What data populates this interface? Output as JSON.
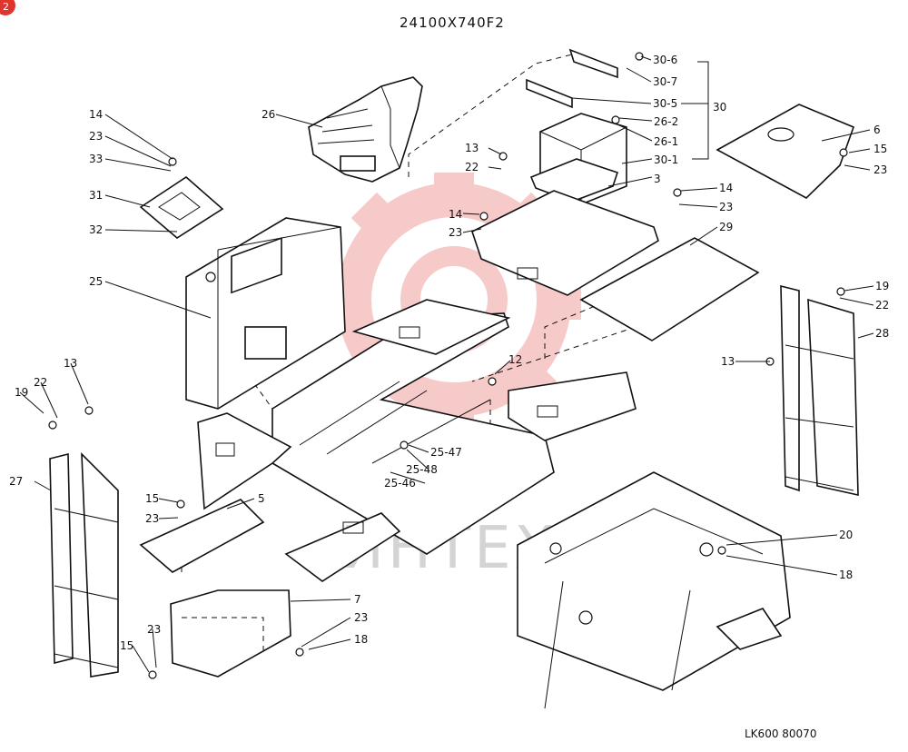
{
  "title": "24100X740F2",
  "footer_code": "LK600 80070",
  "watermark_text": "ИНТЕХ",
  "corner_badge": "2",
  "colors": {
    "watermark_gear": "#f2a0a0",
    "badge": "#e0342c",
    "ink": "#111111"
  },
  "callouts": [
    {
      "id": "c-30-6",
      "text": "30-6"
    },
    {
      "id": "c-30-7",
      "text": "30-7"
    },
    {
      "id": "c-30-5",
      "text": "30-5"
    },
    {
      "id": "c-30",
      "text": "30"
    },
    {
      "id": "c-26-2",
      "text": "26-2"
    },
    {
      "id": "c-26-1",
      "text": "26-1"
    },
    {
      "id": "c-30-1",
      "text": "30-1"
    },
    {
      "id": "c-3",
      "text": "3"
    },
    {
      "id": "c-26",
      "text": "26"
    },
    {
      "id": "c-14a",
      "text": "14"
    },
    {
      "id": "c-23a",
      "text": "23"
    },
    {
      "id": "c-33",
      "text": "33"
    },
    {
      "id": "c-31",
      "text": "31"
    },
    {
      "id": "c-32",
      "text": "32"
    },
    {
      "id": "c-13a",
      "text": "13"
    },
    {
      "id": "c-22a",
      "text": "22"
    },
    {
      "id": "c-14b",
      "text": "14"
    },
    {
      "id": "c-23b",
      "text": "23"
    },
    {
      "id": "c-14c",
      "text": "14"
    },
    {
      "id": "c-23c",
      "text": "23"
    },
    {
      "id": "c-29",
      "text": "29"
    },
    {
      "id": "c-6",
      "text": "6"
    },
    {
      "id": "c-15a",
      "text": "15"
    },
    {
      "id": "c-23d",
      "text": "23"
    },
    {
      "id": "c-25",
      "text": "25"
    },
    {
      "id": "c-19a",
      "text": "19"
    },
    {
      "id": "c-22b",
      "text": "22"
    },
    {
      "id": "c-28",
      "text": "28"
    },
    {
      "id": "c-13b",
      "text": "13"
    },
    {
      "id": "c-12",
      "text": "12"
    },
    {
      "id": "c-13c",
      "text": "13"
    },
    {
      "id": "c-22c",
      "text": "22"
    },
    {
      "id": "c-19b",
      "text": "19"
    },
    {
      "id": "c-27",
      "text": "27"
    },
    {
      "id": "c-25-47",
      "text": "25-47"
    },
    {
      "id": "c-25-48",
      "text": "25-48"
    },
    {
      "id": "c-25-46",
      "text": "25-46"
    },
    {
      "id": "c-15b",
      "text": "15"
    },
    {
      "id": "c-23e",
      "text": "23"
    },
    {
      "id": "c-5",
      "text": "5"
    },
    {
      "id": "c-20",
      "text": "20"
    },
    {
      "id": "c-18a",
      "text": "18"
    },
    {
      "id": "c-7",
      "text": "7"
    },
    {
      "id": "c-23f",
      "text": "23"
    },
    {
      "id": "c-18b",
      "text": "18"
    },
    {
      "id": "c-15c",
      "text": "15"
    },
    {
      "id": "c-23g",
      "text": "23"
    }
  ]
}
